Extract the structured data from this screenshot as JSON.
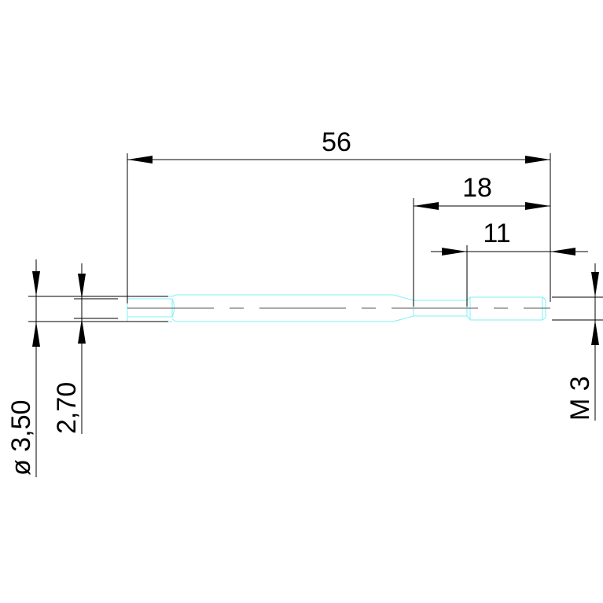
{
  "dimensions": {
    "overall_length": "56",
    "shank_to_tip": "18",
    "thread_length": "11",
    "shank_diameter": "ø 3,50",
    "inner_diameter": "2,70",
    "thread_size": "M 3"
  },
  "colors": {
    "part_outline": "#7ff0f4",
    "dimension_lines": "#000000"
  }
}
